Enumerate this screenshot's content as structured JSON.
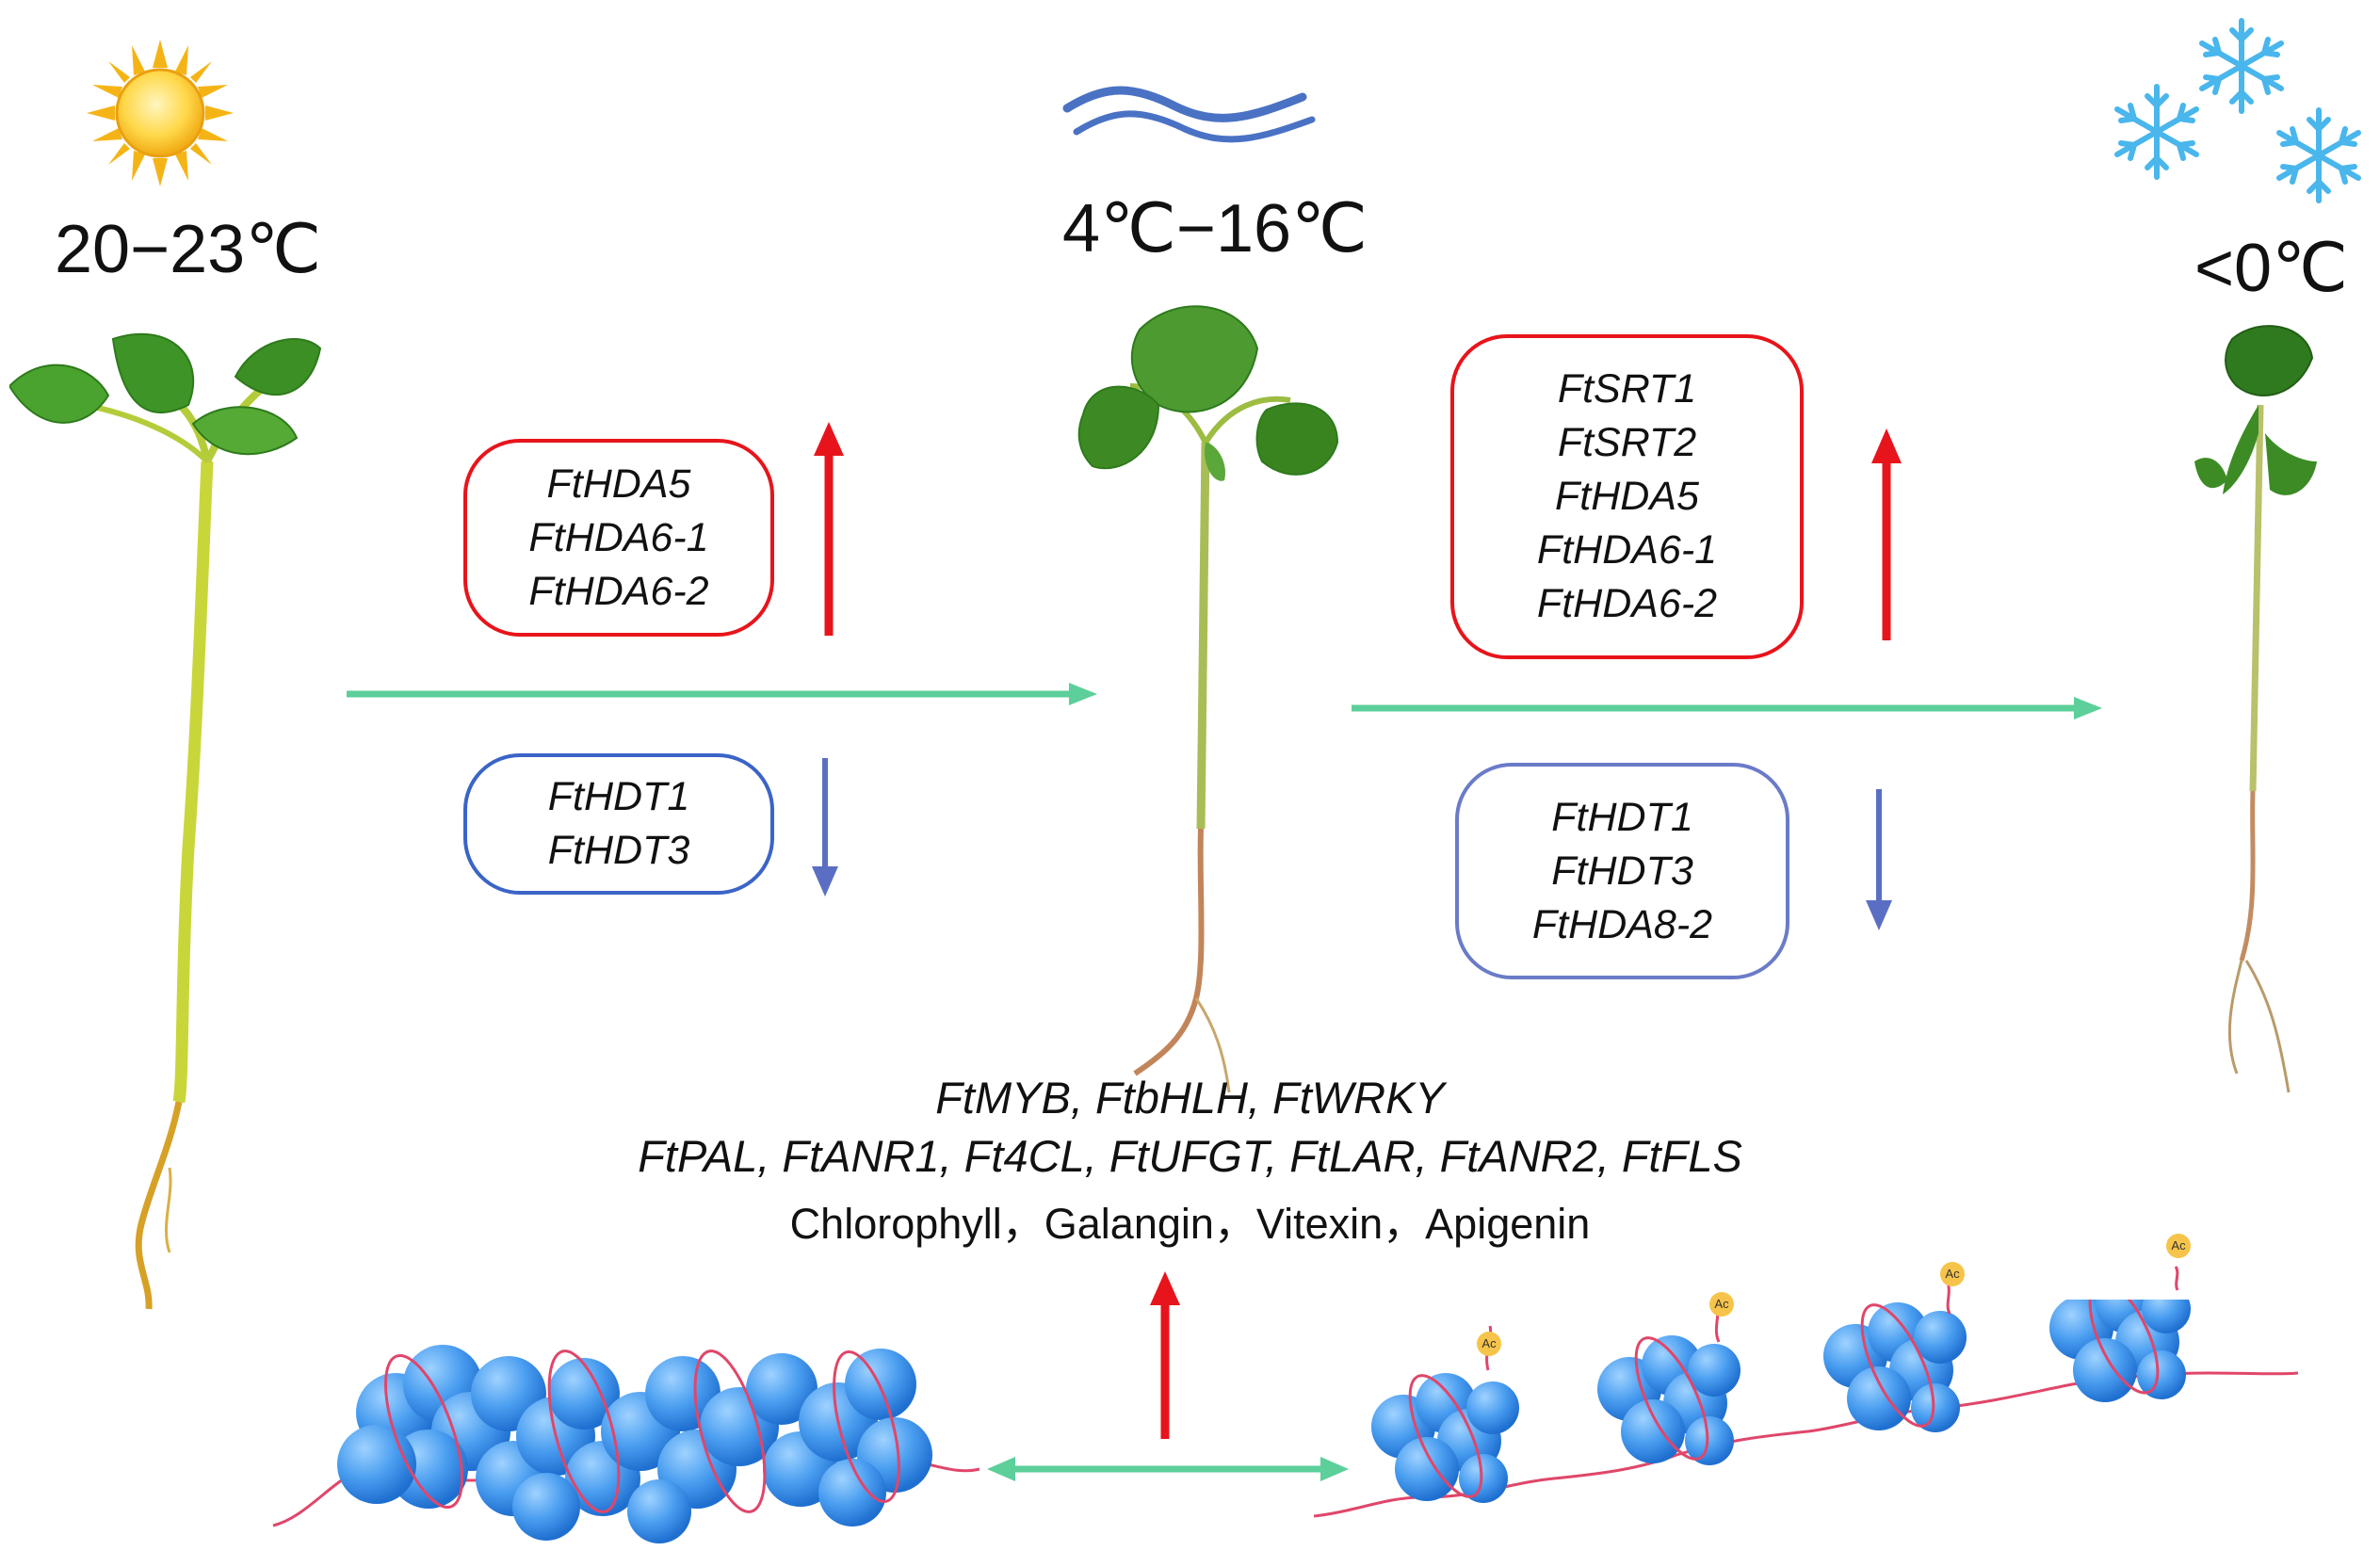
{
  "temperatures": {
    "warm": "20−23℃",
    "cool": "4℃−16℃",
    "freeze": "<0℃"
  },
  "stage1_up_genes": [
    "FtHDA5",
    "FtHDA6-1",
    "FtHDA6-2"
  ],
  "stage1_down_genes": [
    "FtHDT1",
    "FtHDT3"
  ],
  "stage2_up_genes": [
    "FtSRT1",
    "FtSRT2",
    "FtHDA5",
    "FtHDA6-1",
    "FtHDA6-2"
  ],
  "stage2_down_genes": [
    "FtHDT1",
    "FtHDT3",
    "FtHDA8-2"
  ],
  "bottom": {
    "tf_line": "FtMYB, FtbHLH, FtWRKY",
    "enzyme_line": "FtPAL, FtANR1, Ft4CL, FtUFGT, FtLAR, FtANR2, FtFLS",
    "metabolite_line": "Chlorophyll，Galangin，Vitexin，Apigenin"
  },
  "acetyl_label": "Ac",
  "colors": {
    "up_arrow": "#e8141b",
    "down_arrow": "#5a6fc4",
    "flow_arrow": "#5ccf9a",
    "nucleosome": "#3f8fe6",
    "dna": "#e0466a",
    "sun": "#f5b416",
    "wave": "#4a72c4",
    "snow": "#49b6ec",
    "leaf": "#3b8f24",
    "stem": "#b8c94a"
  },
  "icons": [
    "sun-icon",
    "wave-icon",
    "snowflake-icon",
    "seedling-icon",
    "nucleosome-icon",
    "acetyl-group-icon"
  ]
}
